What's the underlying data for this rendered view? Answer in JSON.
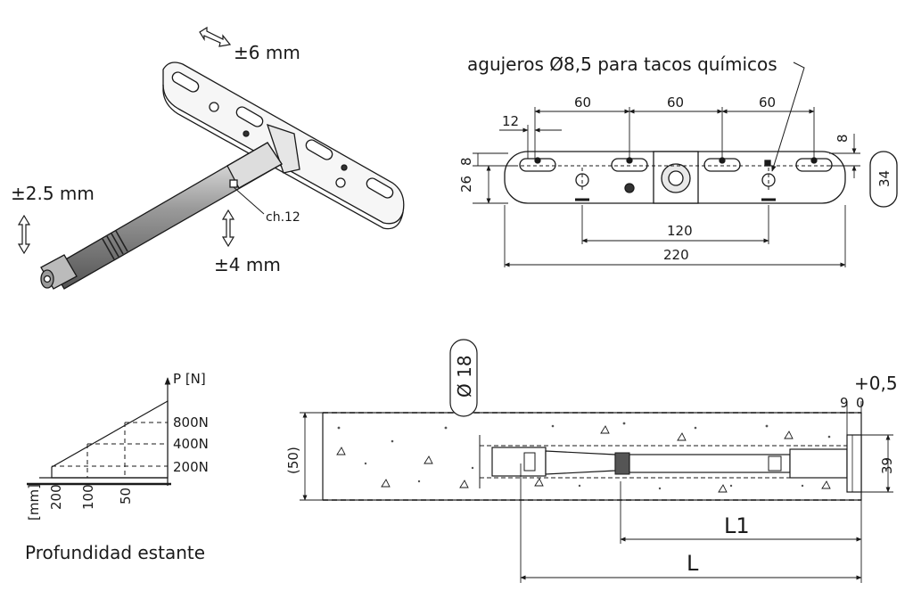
{
  "iso_view": {
    "adj_top": "±6 mm",
    "adj_left": "±2.5 mm",
    "adj_bottom": "±4 mm",
    "wrench": "ch.12"
  },
  "front_view": {
    "title": "agujeros Ø8,5 para tacos químicos",
    "dim_12": "12",
    "dim_60_a": "60",
    "dim_60_b": "60",
    "dim_60_c": "60",
    "dim_8_left": "8",
    "dim_8_right": "8",
    "dim_26": "26",
    "dim_34": "34",
    "dim_120": "120",
    "dim_220": "220"
  },
  "load_chart": {
    "axis_label": "P [N]",
    "load_800": "800N",
    "load_400": "400N",
    "load_200": "200N",
    "unit": "[mm]",
    "depth_200": "200",
    "depth_100": "100",
    "depth_50": "50",
    "caption": "Profundidad estante"
  },
  "section_view": {
    "dia_18": "Ø 18",
    "dim_50": "(50)",
    "tol": "+0,5",
    "dim_9": "9",
    "dim_0": "0",
    "dim_39": "39",
    "L1": "L1",
    "L": "L"
  }
}
